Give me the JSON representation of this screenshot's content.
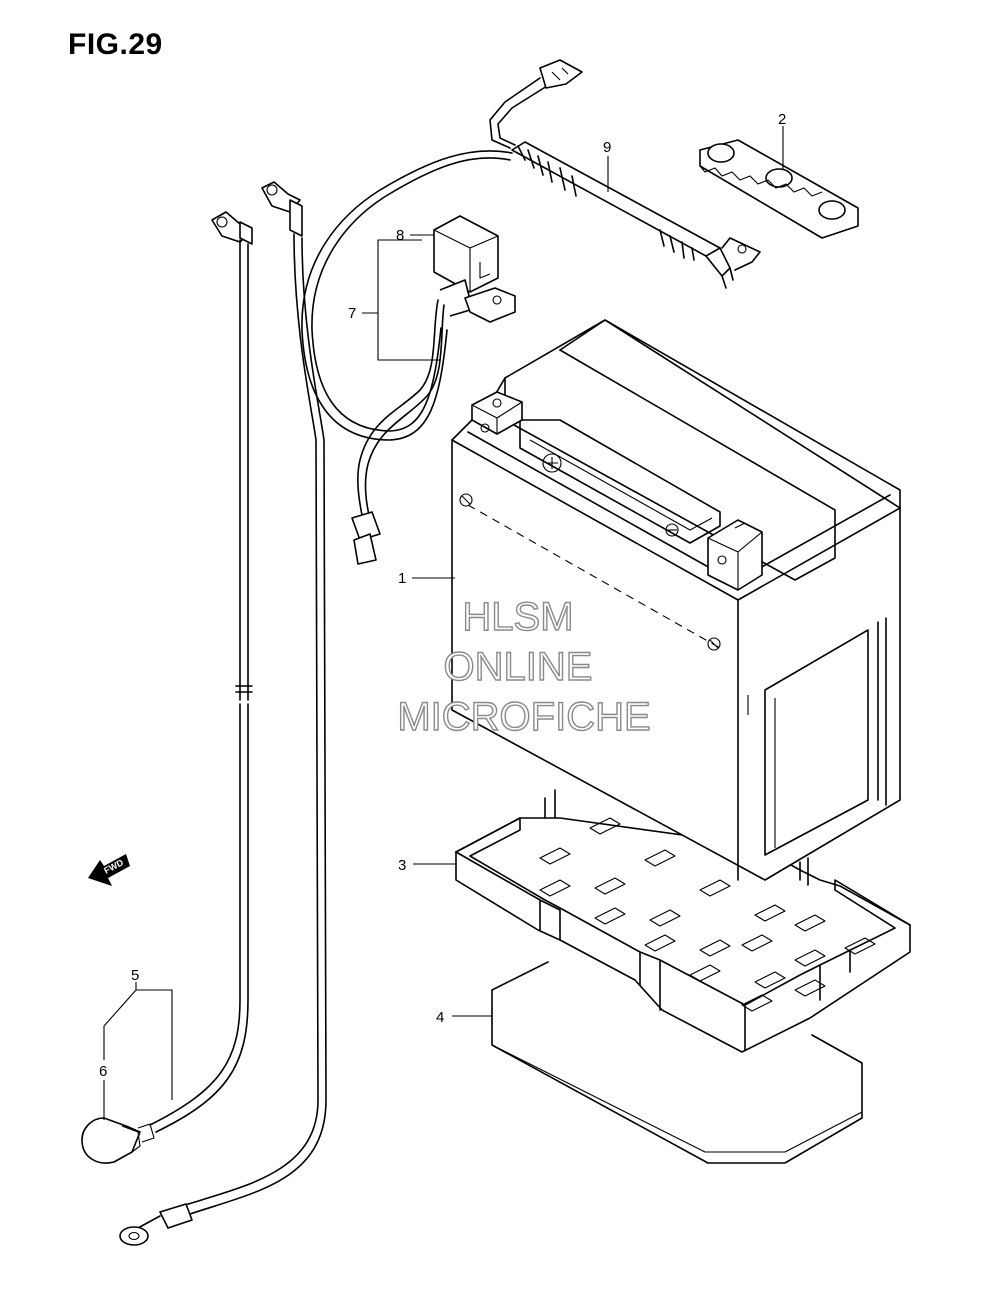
{
  "figure": {
    "title": "FIG.29"
  },
  "callouts": [
    {
      "id": "c1",
      "label": "1"
    },
    {
      "id": "c2",
      "label": "2"
    },
    {
      "id": "c3",
      "label": "3"
    },
    {
      "id": "c4",
      "label": "4"
    },
    {
      "id": "c5",
      "label": "5"
    },
    {
      "id": "c6",
      "label": "6"
    },
    {
      "id": "c7",
      "label": "7"
    },
    {
      "id": "c8",
      "label": "8"
    },
    {
      "id": "c9",
      "label": "9"
    }
  ],
  "fwd_marker": "FWD",
  "watermark": {
    "line1": "HLSM",
    "line2": "ONLINE",
    "line3": "MICROFICHE"
  }
}
